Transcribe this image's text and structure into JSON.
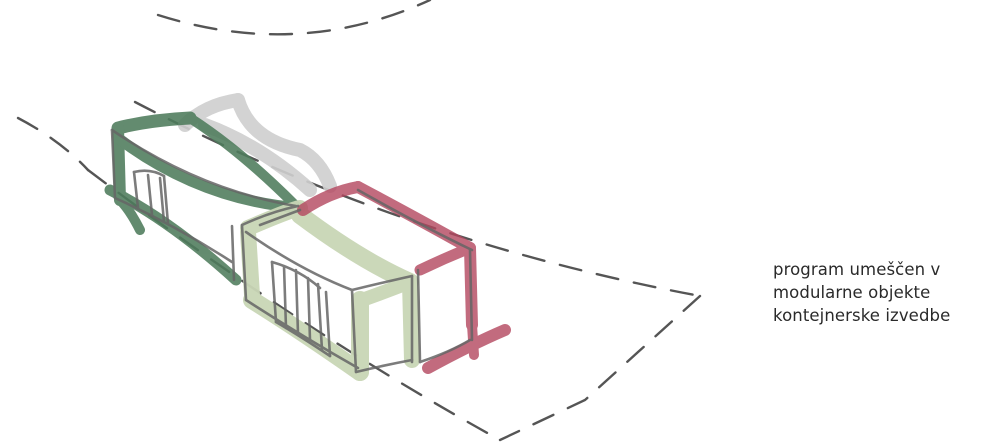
{
  "caption": {
    "lines": [
      "program umeščen v",
      "modularne objekte",
      "kontejnerske izvedbe"
    ]
  },
  "colors": {
    "dark_green": "#4e7c5c",
    "light_green": "#c9d6b6",
    "gray": "#cfcfcf",
    "red": "#b4475f",
    "pencil": "#6a6a6a",
    "dashed_outline": "#555555"
  }
}
